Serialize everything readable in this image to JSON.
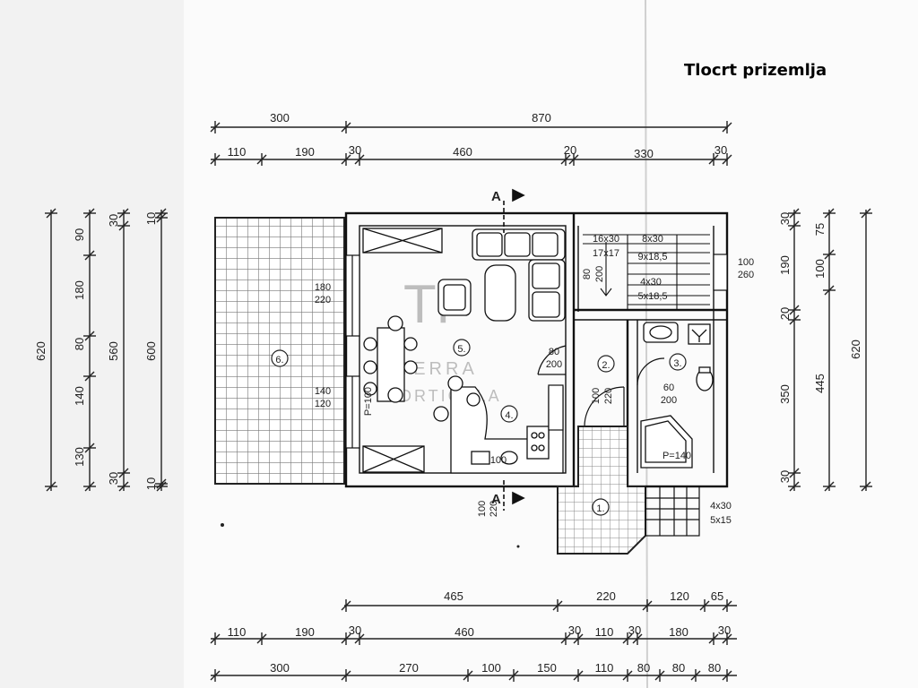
{
  "title": "Tlocrt prizemlja",
  "watermark": {
    "logo": "TP",
    "line1": "TERRA",
    "line2": "PORTICULA"
  },
  "section_marks": {
    "top": "A",
    "bottom": "A"
  },
  "dims": {
    "top_row1": [
      "300",
      "870"
    ],
    "top_row2": [
      "110",
      "190",
      "30",
      "460",
      "20",
      "330",
      "30"
    ],
    "left_col1": [
      "620"
    ],
    "left_col2": [
      "90",
      "180",
      "80",
      "140",
      "130"
    ],
    "left_col3": [
      "30",
      "560",
      "30"
    ],
    "left_col4": [
      "10",
      "600",
      "10"
    ],
    "right_col1": [
      "30",
      "190",
      "20",
      "350",
      "30"
    ],
    "right_col2": [
      "75",
      "100",
      "445"
    ],
    "right_col3": [
      "620"
    ],
    "bottom_row1": [
      "465",
      "220",
      "120",
      "65"
    ],
    "bottom_row2": [
      "110",
      "190",
      "30",
      "460",
      "30",
      "110",
      "30",
      "180",
      "30"
    ],
    "bottom_row3": [
      "300",
      "270",
      "100",
      "150",
      "110",
      "80",
      "80",
      "80"
    ]
  },
  "rooms": [
    "6.",
    "5.",
    "4.",
    "2.",
    "3.",
    "1."
  ],
  "labels": {
    "win_left_a": "180",
    "win_left_b": "220",
    "win_left_c": "140",
    "win_left_d": "120",
    "parapet": "P=100",
    "door5_a": "80",
    "door5_b": "200",
    "door2_a": "100",
    "door2_b": "220",
    "door3_a": "60",
    "door3_b": "200",
    "win_right_a": "100",
    "win_right_b": "260",
    "stair_a": "16x30",
    "stair_b": "17x17",
    "stair_c": "8x30",
    "stair_d": "9x18,5",
    "stair_e": "4x30",
    "stair_f": "5x18,5",
    "stair_g": "80",
    "stair_h": "200",
    "entry_a": "100",
    "entry_b": "220",
    "ent_stair_a": "4x30",
    "ent_stair_b": "5x15",
    "bath_p": "P=140",
    "kitchen_w": "100"
  }
}
